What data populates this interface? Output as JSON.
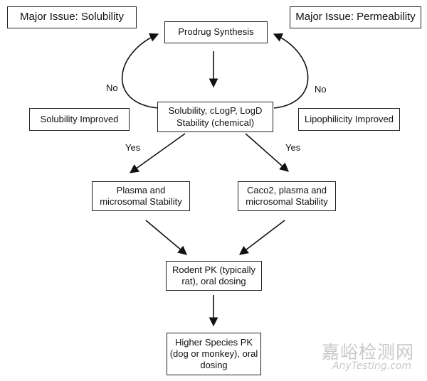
{
  "issues": {
    "solubility": "Major Issue: Solubility",
    "permeability": "Major Issue: Permeability"
  },
  "nodes": {
    "prodrug_synthesis": "Prodrug Synthesis",
    "solubility_check": [
      "Solubility, cLogP, LogD",
      "Stability (chemical)"
    ],
    "solubility_improved": "Solubility Improved",
    "lipophilicity_improved": "Lipophilicity Improved",
    "plasma_stability": [
      "Plasma and",
      "microsomal Stability"
    ],
    "caco2_stability": [
      "Caco2, plasma and",
      "microsomal Stability"
    ],
    "rodent_pk": [
      "Rodent PK (typically",
      "rat), oral dosing"
    ],
    "higher_species_pk": [
      "Higher Species PK",
      "(dog or monkey), oral",
      "dosing"
    ]
  },
  "labels": {
    "no_left": "No",
    "no_right": "No",
    "yes_left": "Yes",
    "yes_right": "Yes"
  },
  "watermark": {
    "cn": "嘉峪检测网",
    "en": "AnyTesting.com"
  }
}
